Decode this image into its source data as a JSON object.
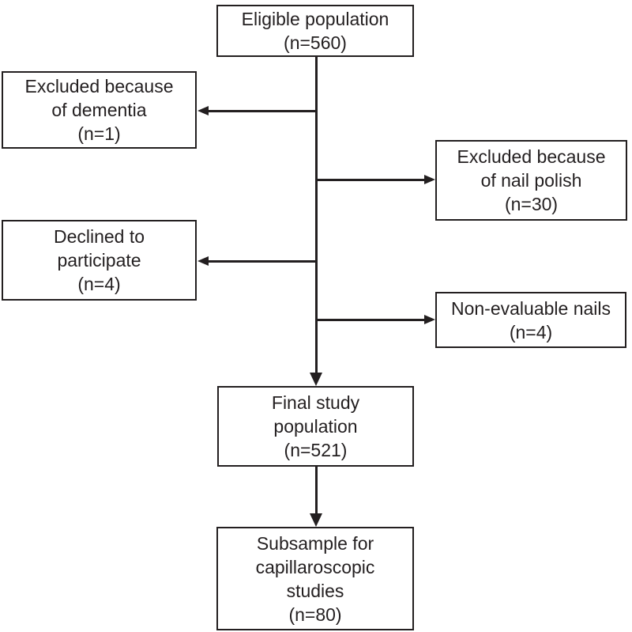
{
  "figure": {
    "type": "flowchart",
    "background": "#ffffff",
    "ink_color": "#231f20"
  },
  "nodes": {
    "eligible": {
      "lines": [
        "Eligible population",
        "(n=560)"
      ]
    },
    "dementia": {
      "lines": [
        "Excluded because",
        "of dementia",
        "(n=1)"
      ]
    },
    "nail_polish": {
      "lines": [
        "Excluded because",
        "of nail polish",
        "(n=30)"
      ]
    },
    "declined": {
      "lines": [
        "Declined to",
        "participate",
        "(n=4)"
      ]
    },
    "non_evaluable": {
      "lines": [
        "Non-evaluable nails",
        "(n=4)"
      ]
    },
    "final": {
      "lines": [
        "Final study",
        "population",
        "(n=521)"
      ]
    },
    "subsample": {
      "lines": [
        "Subsample for",
        "capillaroscopic",
        "studies",
        "(n=80)"
      ]
    }
  },
  "edges": [
    {
      "from": "eligible",
      "to": "dementia"
    },
    {
      "from": "eligible",
      "to": "nail_polish"
    },
    {
      "from": "eligible",
      "to": "declined"
    },
    {
      "from": "eligible",
      "to": "non_evaluable"
    },
    {
      "from": "eligible",
      "to": "final"
    },
    {
      "from": "final",
      "to": "subsample"
    }
  ]
}
